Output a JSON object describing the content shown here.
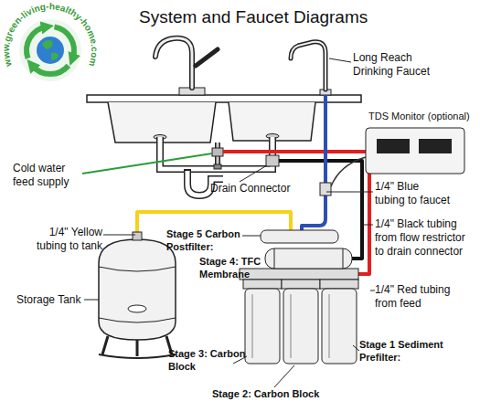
{
  "diagram": {
    "title": "System and Faucet Diagrams",
    "labels": [
      "www.green-living-healthy-home.com",
      "Long Reach Drinking Faucet",
      "TDS Monitor (optional)",
      "Cold water feed supply",
      "Drain Connector",
      "1/4\" Blue tubing to faucet",
      "1/4\" Yellow tubing to tank",
      "Stage 5 Carbon Postfilter:",
      "1/4\" Black tubing from flow restrictor to drain connector",
      "Stage 4: TFC Membrane",
      "Storage Tank",
      "1/4\" Red tubing from feed",
      "Stage 1 Sediment Prefilter:",
      "Stage 3: Carbon Block",
      "Stage 2: Carbon Block"
    ]
  }
}
